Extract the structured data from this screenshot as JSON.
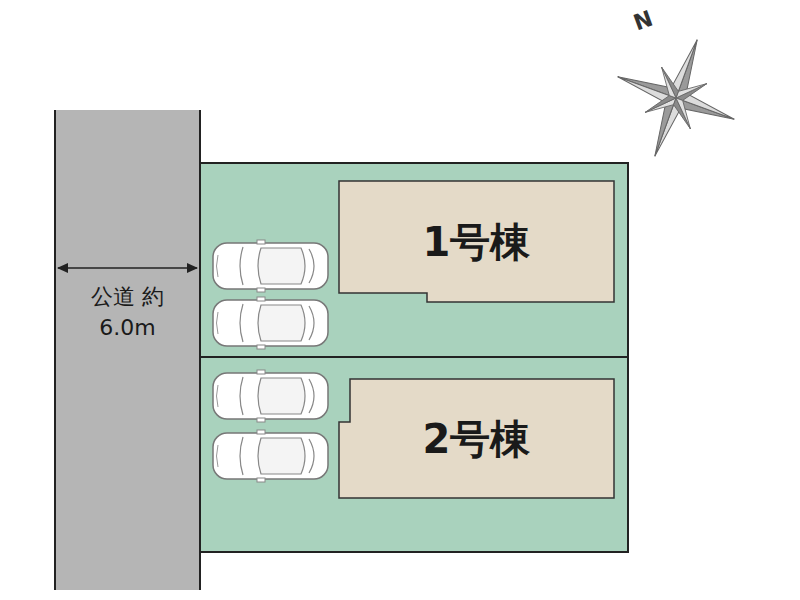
{
  "diagram": {
    "nodes": [
      {
        "text": [
          "公道 約6.0m"
        ]
      },
      {
        "text": [
          "1号棟"
        ]
      },
      {
        "text": [
          "2号棟"
        ]
      }
    ],
    "labels": [
      "N"
    ]
  }
}
